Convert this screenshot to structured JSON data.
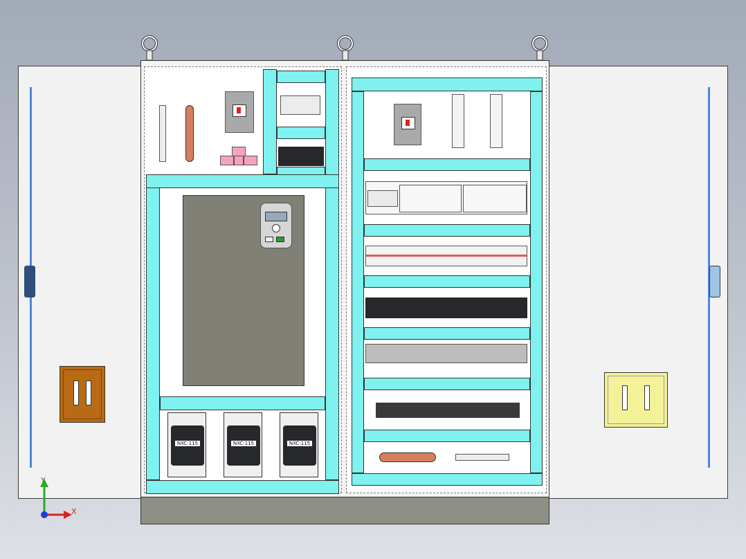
{
  "scene": {
    "contactor_labels": [
      "NXC-115",
      "NXC-115",
      "NXC-115"
    ],
    "triad": {
      "x_label": "X",
      "y_label": "Y"
    },
    "colors": {
      "background": "#a2aab8",
      "duct": "#7ff1ef",
      "vfd_body": "#808076",
      "handle_left": "#b86b14",
      "handle_right": "#f4f298",
      "wire": "#4d86d9",
      "busbar": "#d57f5c"
    }
  }
}
